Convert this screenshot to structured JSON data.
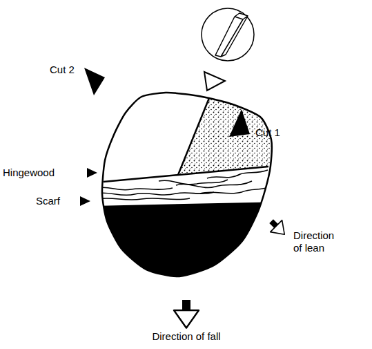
{
  "diagram": {
    "labels": [
      "Cut 2",
      "Cut 1",
      "Hingewood",
      "Scarf",
      "Direction of lean",
      "Direction of fall"
    ]
  }
}
